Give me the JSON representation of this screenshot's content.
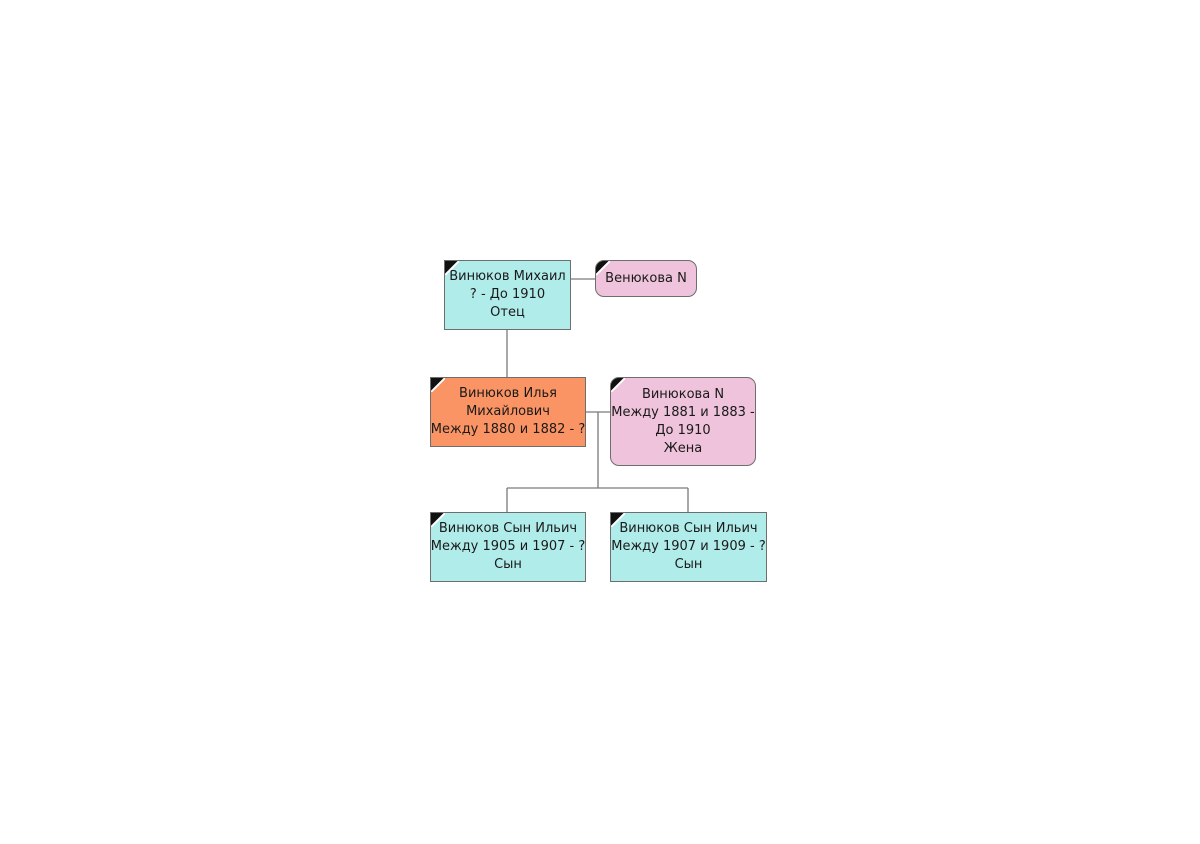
{
  "persons": {
    "father": {
      "lines": [
        "Винюков Михаил",
        "? - До 1910",
        "Отец"
      ]
    },
    "mother": {
      "lines": [
        "Венюкова N"
      ]
    },
    "self": {
      "lines": [
        "Винюков Илья",
        "Михайлович",
        "Между 1880 и 1882 - ?"
      ]
    },
    "wife": {
      "lines": [
        "Винюкова N",
        "Между 1881 и 1883 -",
        "До 1910",
        "Жена"
      ]
    },
    "son1": {
      "lines": [
        "Винюков Сын Ильич",
        "Между 1905 и 1907 - ?",
        "Сын"
      ]
    },
    "son2": {
      "lines": [
        "Винюков Сын Ильич",
        "Между 1907 и 1909 - ?",
        "Сын"
      ]
    }
  },
  "colors": {
    "male": "#b0ecea",
    "root": "#fb9464",
    "female": "#efc3db",
    "connector": "#7a7a7a",
    "mourning": "#111111"
  }
}
